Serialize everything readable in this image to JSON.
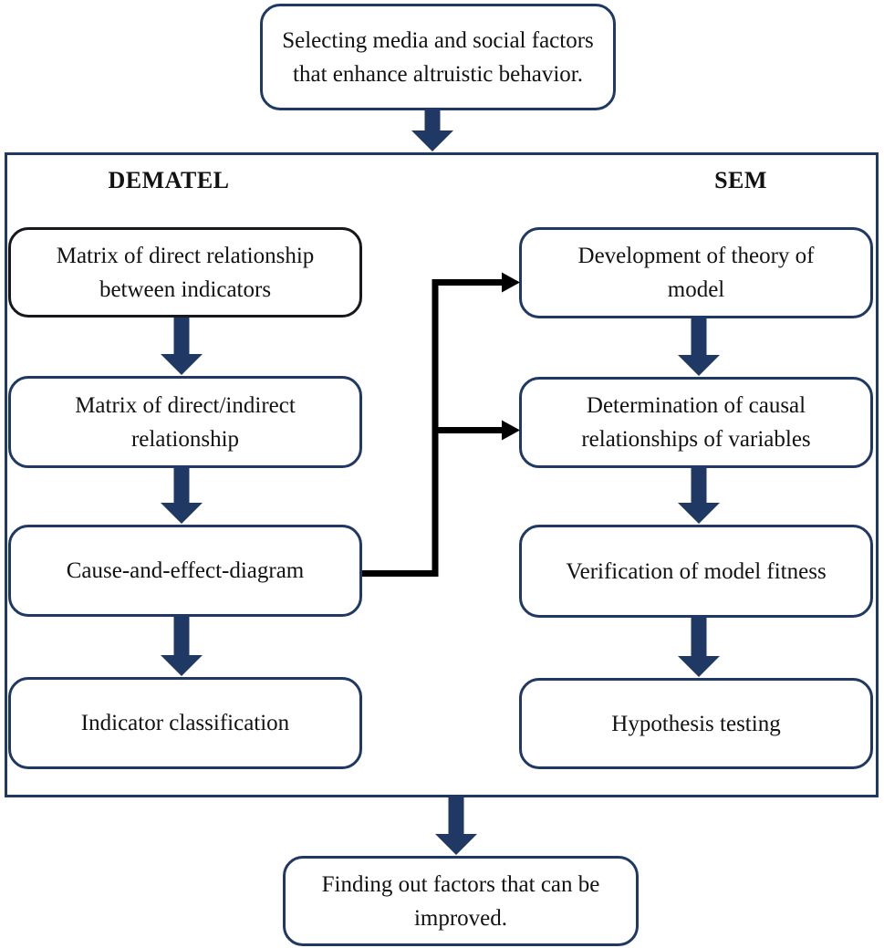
{
  "colors": {
    "navy": "#1f3864",
    "connector": "#000000",
    "first_box_border": "#17171d",
    "text": "#121212",
    "background": "#ffffff"
  },
  "flowchart": {
    "top_box": {
      "label": "Selecting media and social factors that enhance altruistic behavior."
    },
    "dematel": {
      "header": "DEMATEL",
      "steps": [
        "Matrix of direct relationship between indicators",
        "Matrix of direct/indirect relationship",
        "Cause-and-effect-diagram",
        "Indicator classification"
      ]
    },
    "sem": {
      "header": "SEM",
      "steps": [
        "Development of theory of model",
        "Determination of causal relationships of variables",
        "Verification of model fitness",
        "Hypothesis testing"
      ]
    },
    "bottom_box": {
      "label": "Finding out factors that can be improved."
    },
    "connections": [
      {
        "from": "top_box",
        "to": "methodology-container",
        "style": "navy-block-arrow"
      },
      {
        "from": "dematel.steps.0",
        "to": "dematel.steps.1",
        "style": "navy-block-arrow"
      },
      {
        "from": "dematel.steps.1",
        "to": "dematel.steps.2",
        "style": "navy-block-arrow"
      },
      {
        "from": "dematel.steps.2",
        "to": "dematel.steps.3",
        "style": "navy-block-arrow"
      },
      {
        "from": "sem.steps.0",
        "to": "sem.steps.1",
        "style": "navy-block-arrow"
      },
      {
        "from": "sem.steps.1",
        "to": "sem.steps.2",
        "style": "navy-block-arrow"
      },
      {
        "from": "sem.steps.2",
        "to": "sem.steps.3",
        "style": "navy-block-arrow"
      },
      {
        "from": "dematel.steps.2",
        "to": "sem.steps.0",
        "style": "black-line-arrow"
      },
      {
        "from": "dematel.steps.2",
        "to": "sem.steps.1",
        "style": "black-line-arrow"
      },
      {
        "from": "methodology-container",
        "to": "bottom_box",
        "style": "navy-block-arrow"
      }
    ]
  }
}
